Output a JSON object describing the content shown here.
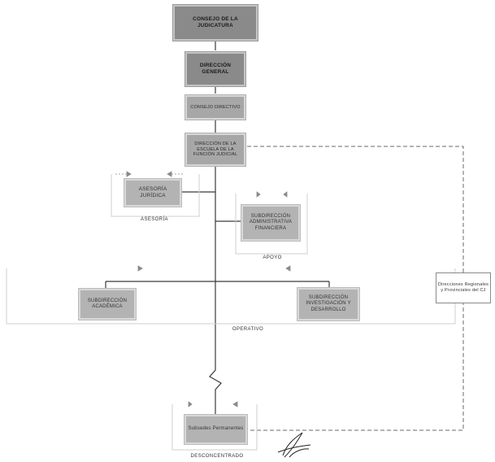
{
  "nodes": {
    "consejo": "CONSEJO DE LA JUDICATURA",
    "direccion_general": "DIRECCIÓN GENERAL",
    "consejo_directivo": "CONSEJO DIRECTIVO",
    "direccion_escuela": "DIRECCIÓN DE LA ESCUELA DE LA FUNCIÓN JUDICIAL",
    "asesoria_juridica": "ASESORÍA JURÍDICA",
    "subdireccion_administrativa": "SUBDIRECCIÓN ADMINISTRATIVA FINANCIERA",
    "subdireccion_academica": "SUBDIRECCIÓN ACADÉMICA",
    "subdireccion_investigacion": "SUBDIRECCIÓN INVESTIGACIÓN Y DESARROLLO",
    "subsedes": "Subsedes Permanentes",
    "direcciones_regionales": "Direcciones Regionales y Provinciales del CJ"
  },
  "groups": {
    "asesoria": "ASESORÍA",
    "apoyo": "APOYO",
    "operativo": "OPERATIVO",
    "desconcentrado": "DESCONCENTRADO"
  }
}
